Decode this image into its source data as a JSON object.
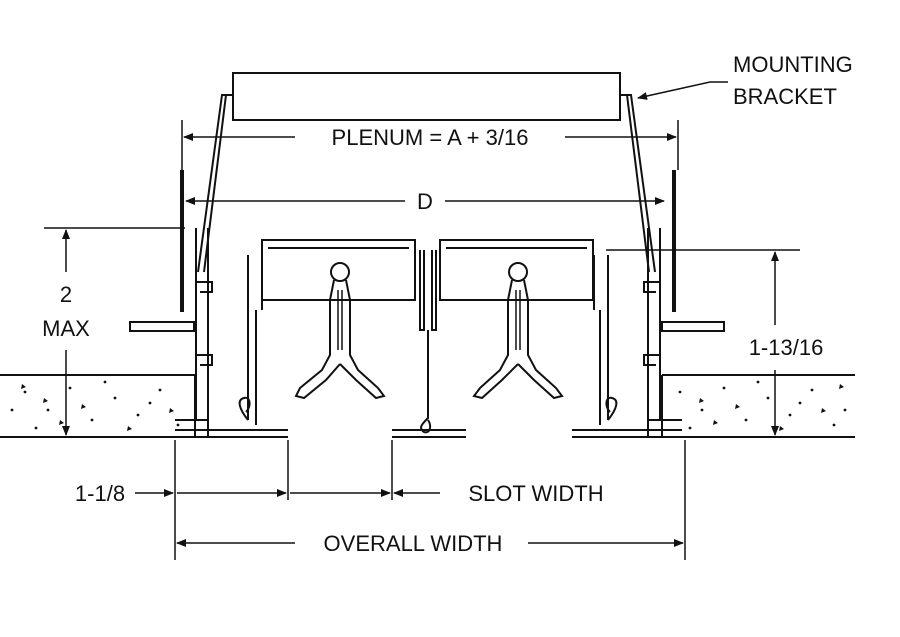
{
  "labels": {
    "mounting_bracket_line1": "MOUNTING",
    "mounting_bracket_line2": "BRACKET",
    "plenum": "PLENUM = A + 3/16",
    "d": "D",
    "two_max_line1": "2",
    "two_max_line2": "MAX",
    "one_13_16": "1-13/16",
    "one_1_8": "1-1/8",
    "slot_width": "SLOT WIDTH",
    "overall_width": "OVERALL WIDTH"
  },
  "colors": {
    "ink": "#111111",
    "background": "#ffffff"
  }
}
